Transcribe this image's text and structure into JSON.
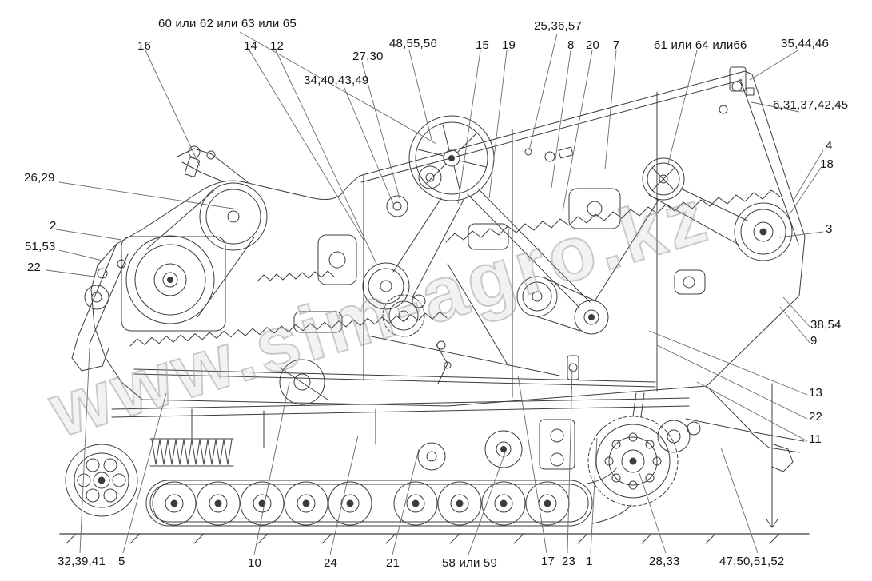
{
  "watermark": "www.sim-agro.kz",
  "callouts": [
    {
      "text": "60 или 62 или 63 или 65"
    },
    {
      "text": "16"
    },
    {
      "text": "14"
    },
    {
      "text": "12"
    },
    {
      "text": "34,40,43,49"
    },
    {
      "text": "27,30"
    },
    {
      "text": "48,55,56"
    },
    {
      "text": "15"
    },
    {
      "text": "19"
    },
    {
      "text": "25,36,57"
    },
    {
      "text": "8"
    },
    {
      "text": "20"
    },
    {
      "text": "7"
    },
    {
      "text": "61 или 64 или66"
    },
    {
      "text": "35,44,46"
    },
    {
      "text": "6,31,37,42,45"
    },
    {
      "text": "4"
    },
    {
      "text": "18"
    },
    {
      "text": "3"
    },
    {
      "text": "38,54"
    },
    {
      "text": "9"
    },
    {
      "text": "13"
    },
    {
      "text": "22"
    },
    {
      "text": "11"
    },
    {
      "text": "26,29"
    },
    {
      "text": "2"
    },
    {
      "text": "51,53"
    },
    {
      "text": "22"
    },
    {
      "text": "32,39,41"
    },
    {
      "text": "5"
    },
    {
      "text": "10"
    },
    {
      "text": "24"
    },
    {
      "text": "21"
    },
    {
      "text": "58 или 59"
    },
    {
      "text": "17"
    },
    {
      "text": "23"
    },
    {
      "text": "1"
    },
    {
      "text": "28,33"
    },
    {
      "text": "47,50,51,52"
    }
  ]
}
